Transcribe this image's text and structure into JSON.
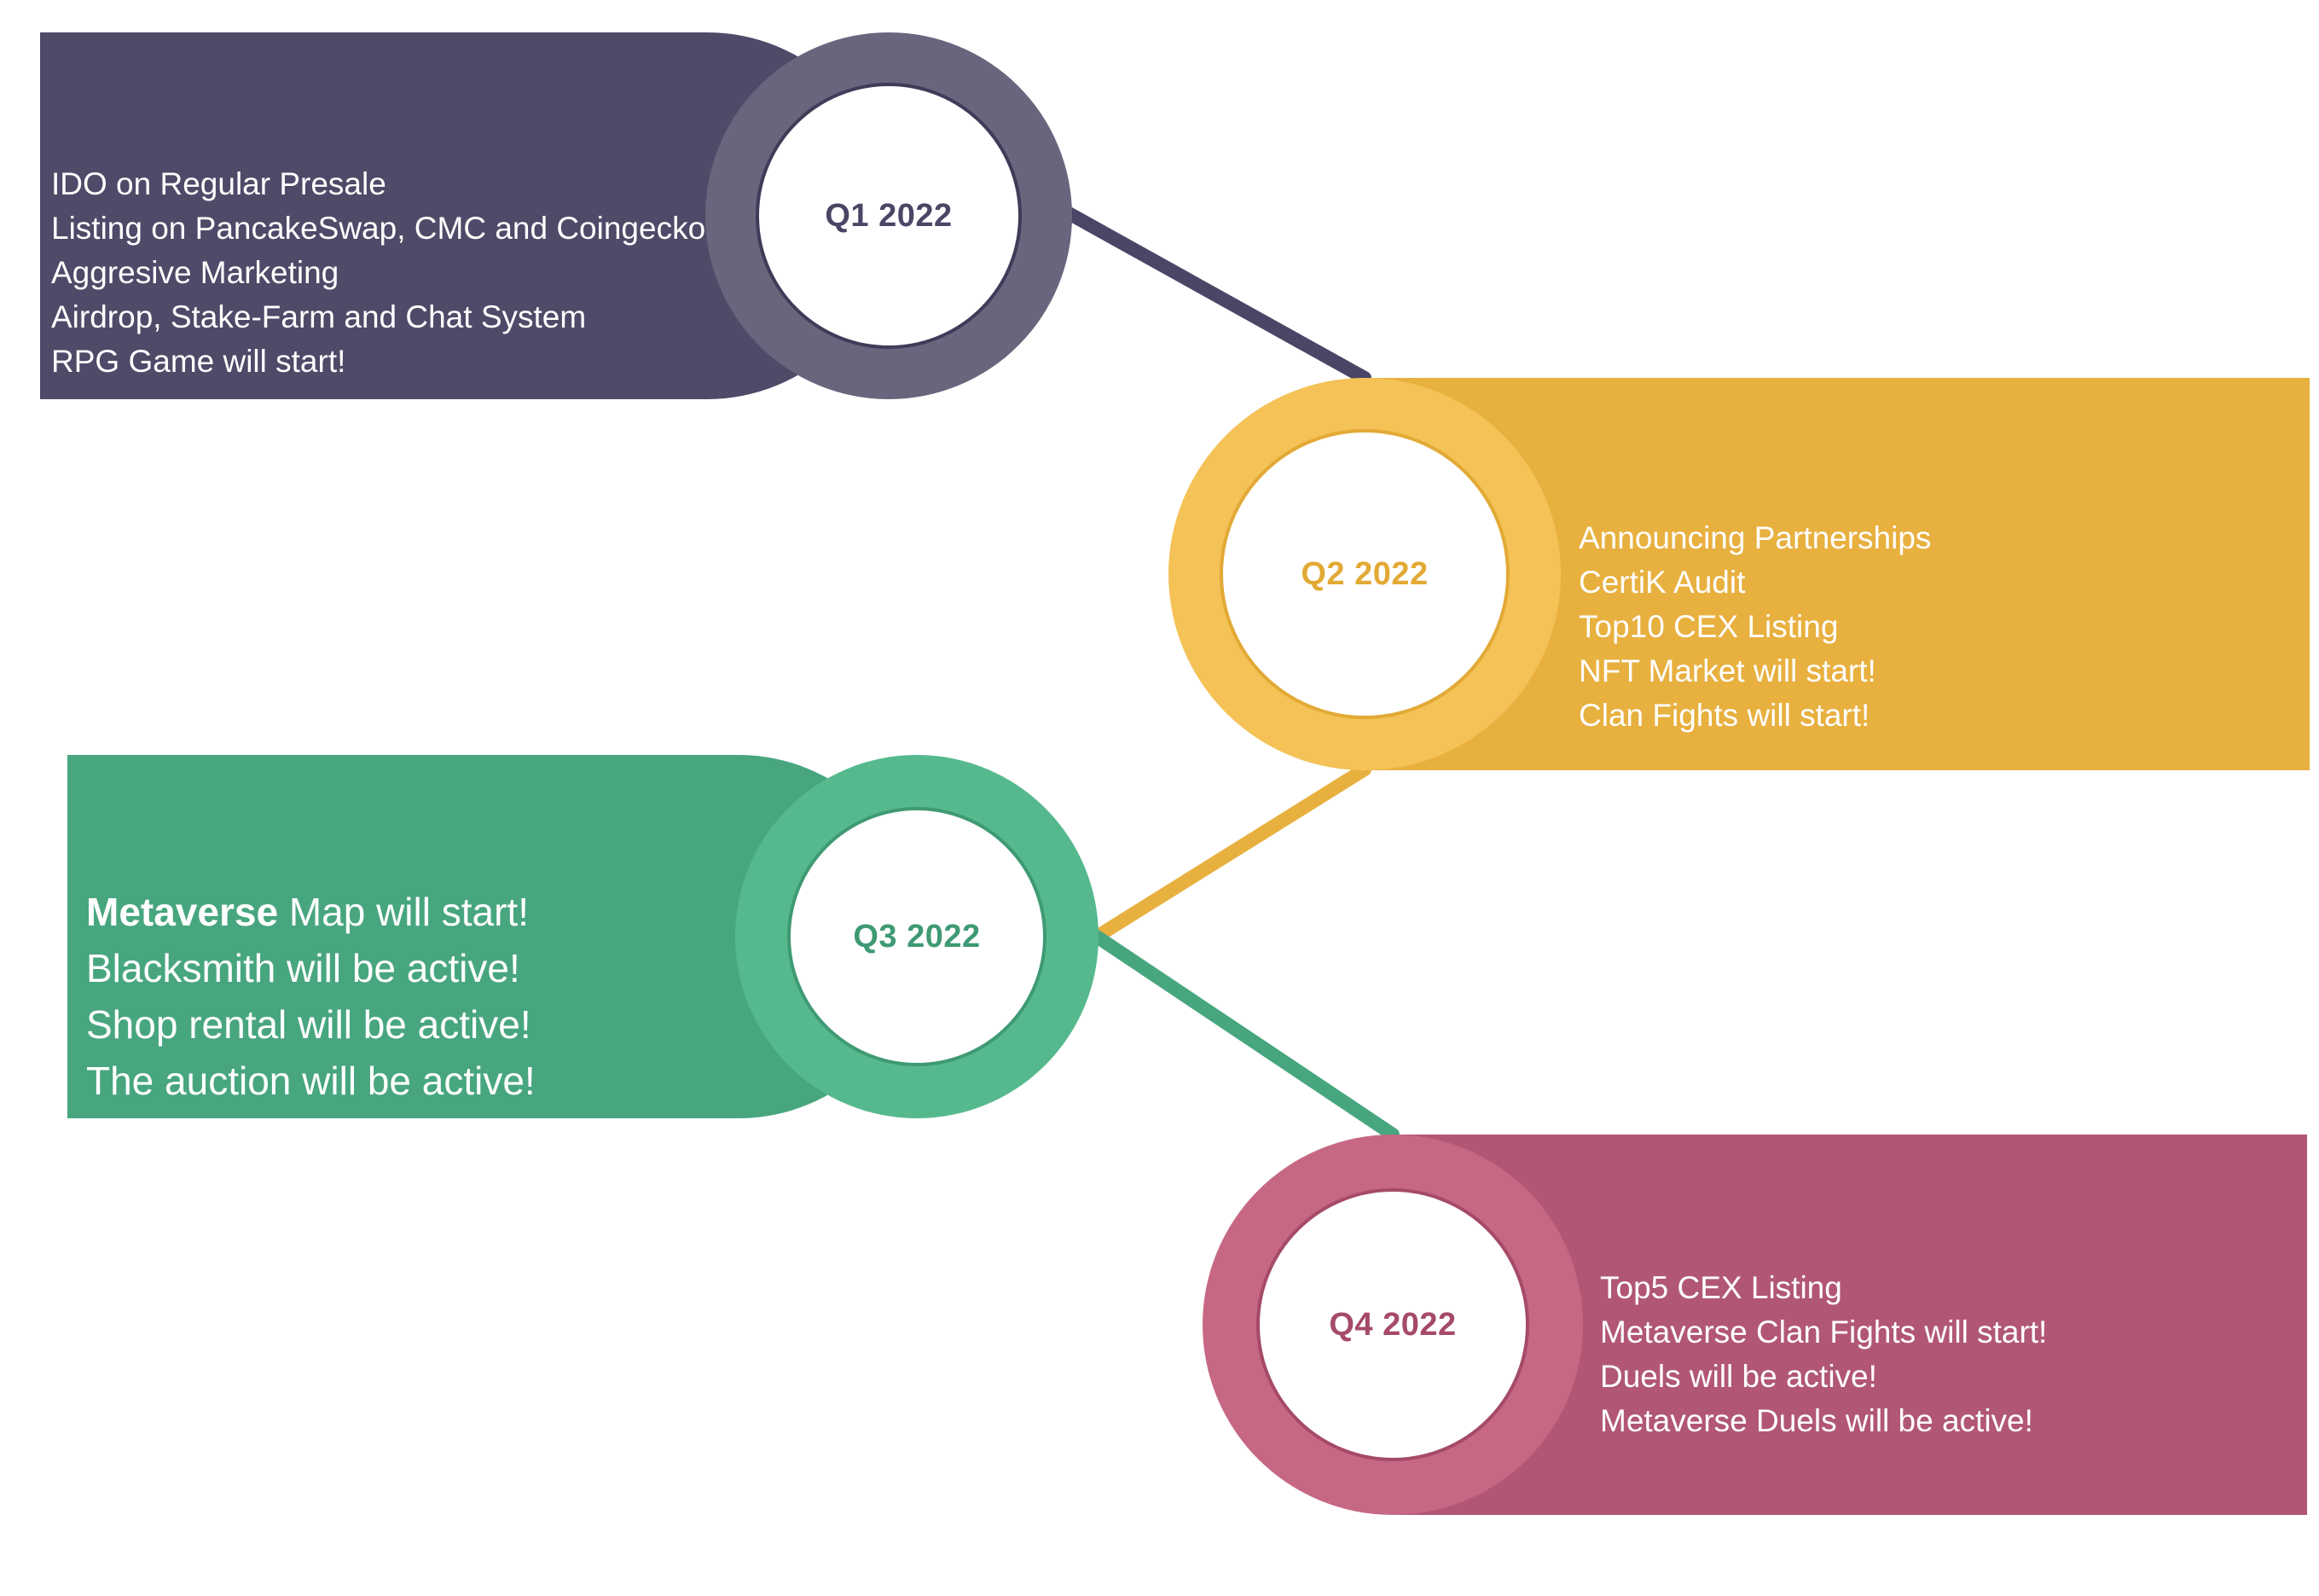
{
  "colors": {
    "q1_band": "#4e4a68",
    "q1_ring": "#68657d",
    "q1_text": "#4a4666",
    "q2_band": "#e8b03f",
    "q2_ring": "#f4c257",
    "q2_text": "#e2a935",
    "q3_band": "#48a67f",
    "q3_ring": "#56b98e",
    "q3_text": "#3f9a74",
    "q4_band": "#b15775",
    "q4_ring": "#c66884",
    "q4_text": "#a54a68"
  },
  "milestones": [
    {
      "label": "Q1 2022",
      "items": [
        "IDO on Regular Presale",
        "Listing on PancakeSwap, CMC and Coingecko",
        "Aggresive Marketing",
        "Airdrop, Stake-Farm and Chat System",
        "RPG Game will start!"
      ]
    },
    {
      "label": "Q2 2022",
      "items": [
        "Announcing Partnerships",
        "CertiK Audit",
        "Top10 CEX Listing",
        "NFT Market will start!",
        "Clan Fights will start!"
      ]
    },
    {
      "label": "Q3 2022",
      "first_item_bold": "Metaverse",
      "first_item_rest": " Map will start!",
      "items": [
        "Blacksmith will be active!",
        "Shop rental will be active!",
        "The auction will be active!"
      ]
    },
    {
      "label": "Q4 2022",
      "items": [
        "Top5 CEX Listing",
        "Metaverse Clan Fights will start!",
        "Duels will be active!",
        "Metaverse Duels will be active!"
      ]
    }
  ]
}
